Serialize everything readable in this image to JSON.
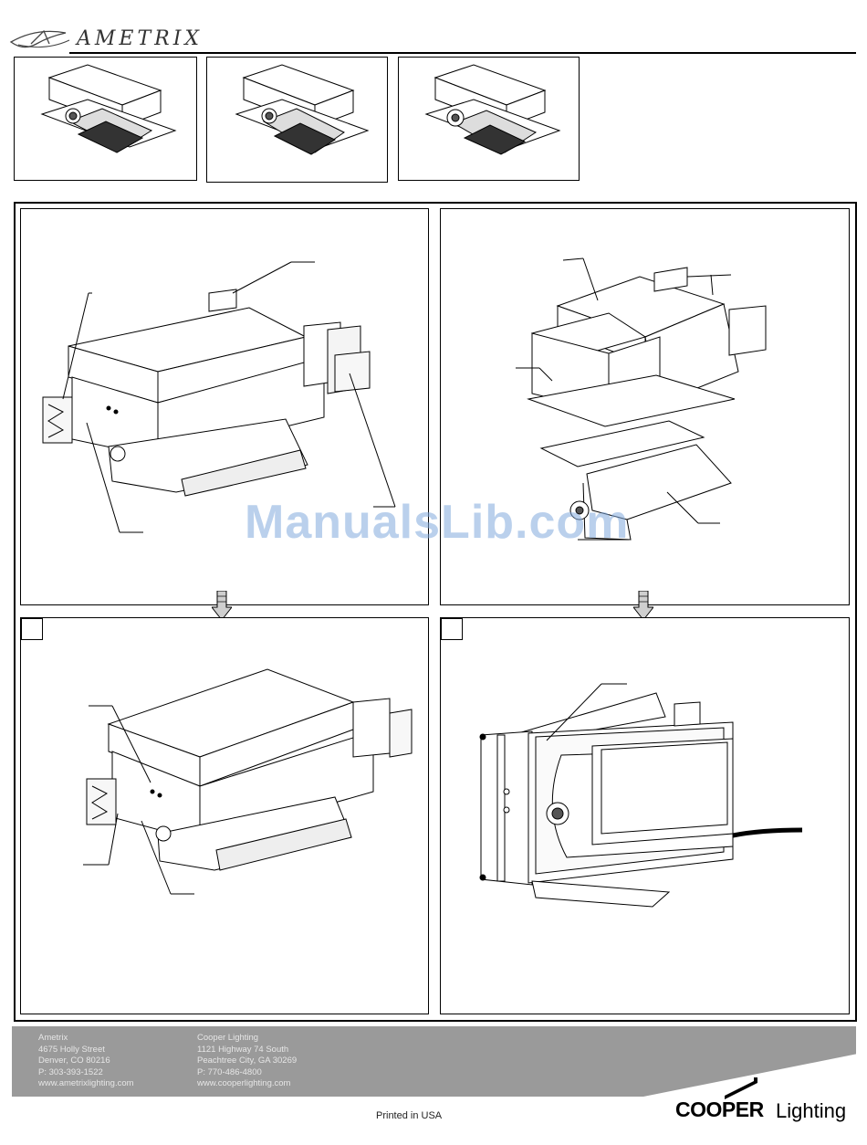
{
  "header": {
    "brand_name": "AMETRIX"
  },
  "watermark": {
    "text": "ManualsLib.com"
  },
  "footer": {
    "ametrix": {
      "lines": [
        "Ametrix",
        "4675 Holly Street",
        "Denver, CO 80216",
        "P: 303-393-1522",
        "www.ametrixlighting.com"
      ]
    },
    "cooper": {
      "lines": [
        "Cooper Lighting",
        "1121 Highway 74 South",
        "Peachtree City, GA 30269",
        "P: 770-486-4800",
        "www.cooperlighting.com"
      ]
    },
    "printed": "Printed in USA",
    "logo_primary": "COOPER",
    "logo_secondary": "Lighting"
  },
  "colors": {
    "footer_band": "#9a9a9a",
    "watermark": "#82aadc"
  }
}
